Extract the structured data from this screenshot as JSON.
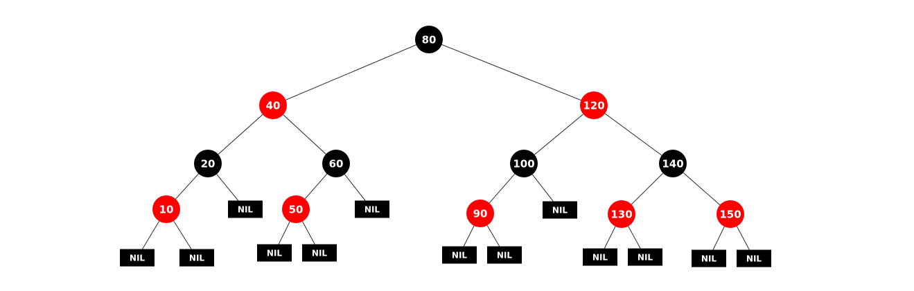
{
  "colors": {
    "red": "#ff0000",
    "black": "#000000",
    "edge": "#3a3a3a",
    "label": "#ffffff",
    "background": "#ffffff"
  },
  "nil_label": "NIL",
  "tree": {
    "value": "80",
    "color": "black",
    "left": {
      "value": "40",
      "color": "red",
      "left": {
        "value": "20",
        "color": "black",
        "left": {
          "value": "10",
          "color": "red",
          "left": {
            "nil": true
          },
          "right": {
            "nil": true
          }
        },
        "right": {
          "nil": true
        }
      },
      "right": {
        "value": "60",
        "color": "black",
        "left": {
          "value": "50",
          "color": "red",
          "left": {
            "nil": true
          },
          "right": {
            "nil": true
          }
        },
        "right": {
          "nil": true
        }
      }
    },
    "right": {
      "value": "120",
      "color": "red",
      "left": {
        "value": "100",
        "color": "black",
        "left": {
          "value": "90",
          "color": "red",
          "left": {
            "nil": true
          },
          "right": {
            "nil": true
          }
        },
        "right": {
          "nil": true
        }
      },
      "right": {
        "value": "140",
        "color": "black",
        "left": {
          "value": "130",
          "color": "red",
          "left": {
            "nil": true
          },
          "right": {
            "nil": true
          }
        },
        "right": {
          "value": "150",
          "color": "red",
          "left": {
            "nil": true
          },
          "right": {
            "nil": true
          }
        }
      }
    }
  }
}
